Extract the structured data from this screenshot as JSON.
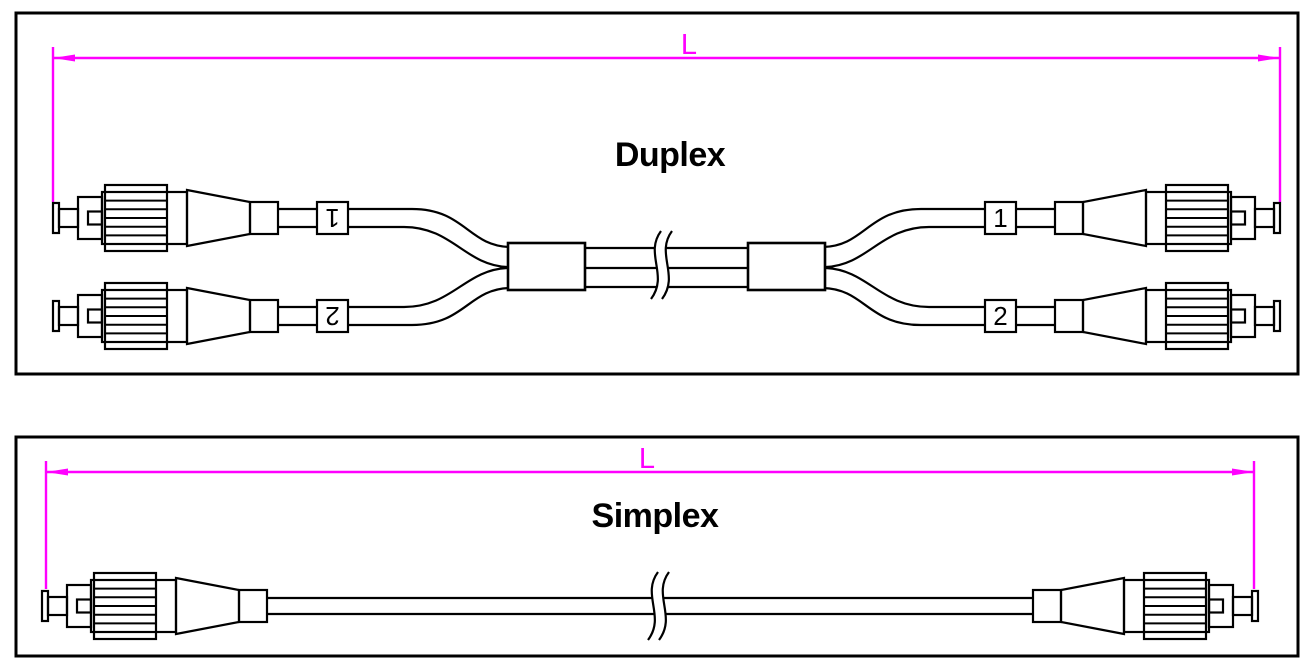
{
  "drawing": {
    "type": "fiber-optic-patch-cable-technical-drawing",
    "colors": {
      "drawing_line": "#000000",
      "dimension_line": "#ff00ff",
      "background": "#ffffff"
    },
    "duplex": {
      "title": "Duplex",
      "dimension_label": "L",
      "fiber1_label": "1",
      "fiber2_label": "2"
    },
    "simplex": {
      "title": "Simplex",
      "dimension_label": "L"
    }
  }
}
